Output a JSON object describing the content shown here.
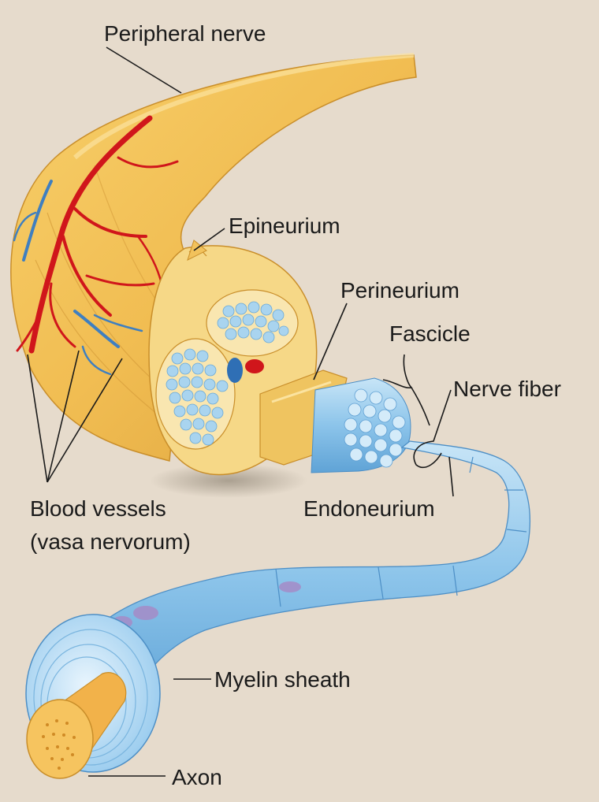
{
  "labels": {
    "peripheral_nerve": "Peripheral nerve",
    "epineurium": "Epineurium",
    "perineurium": "Perineurium",
    "fascicle": "Fascicle",
    "nerve_fiber": "Nerve fiber",
    "endoneurium": "Endoneurium",
    "blood_vessels_line1": "Blood vessels",
    "blood_vessels_line2": "(vasa nervorum)",
    "myelin_sheath": "Myelin sheath",
    "axon": "Axon"
  },
  "colors": {
    "background": "#e6dbcc",
    "nerve": "#f2c25c",
    "nerve_dark": "#d99a2e",
    "cross_section": "#f7dc8e",
    "fascicle_blue": "#a9d4ef",
    "fiber_blue": "#7fbbe6",
    "artery_red": "#d0161b",
    "vein_blue": "#3f7fc0",
    "axon": "#f2b24a"
  }
}
